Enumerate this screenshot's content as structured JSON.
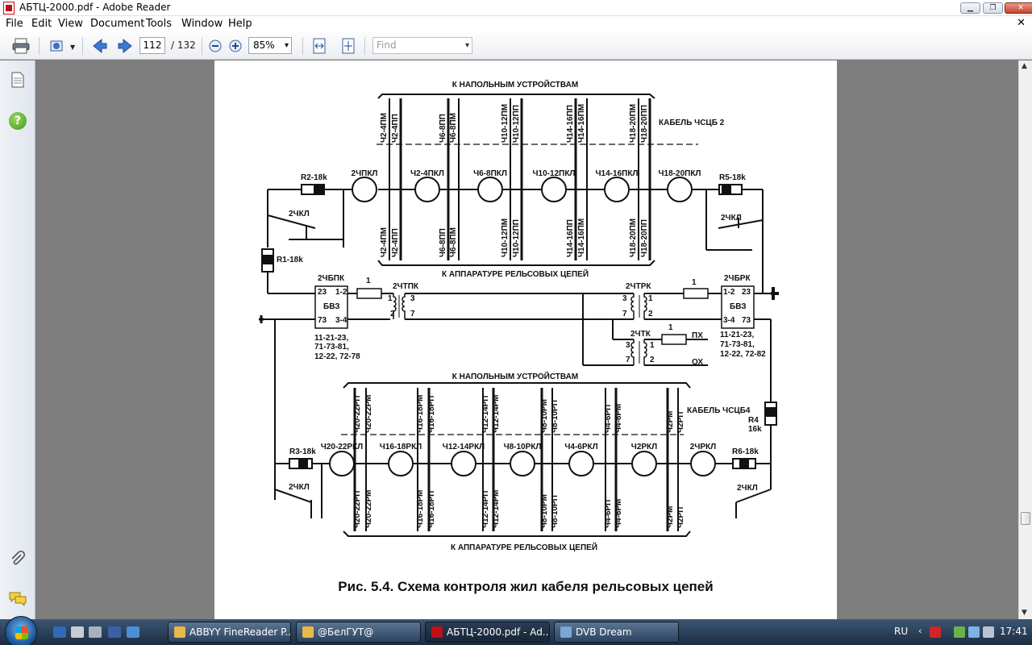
{
  "window": {
    "title": "АБТЦ-2000.pdf - Adobe Reader"
  },
  "menu": [
    "File",
    "Edit",
    "View",
    "Document",
    "Tools",
    "Window",
    "Help"
  ],
  "toolbar": {
    "page_current": "112",
    "page_total": "/ 132",
    "zoom": "85%",
    "find_placeholder": "Find"
  },
  "document": {
    "caption": "Рис. 5.4. Схема контроля жил кабеля рельсовых цепей",
    "labels": {
      "top_field_header": "К НАПОЛЬНЫМ УСТРОЙСТВАМ",
      "top_cable": "КАБЕЛЬ ЧСЦБ 2",
      "top_equipment": "К АППАРАТУРЕ РЕЛЬСОВЫХ ЦЕПЕЙ",
      "bottom_field_header": "К НАПОЛЬНЫМ УСТРОЙСТВАМ",
      "bottom_cable": "КАБЕЛЬ ЧСЦБ4",
      "bottom_equipment": "К  АППАРАТУРЕ РЕЛЬСОВЫХ ЦЕПЕЙ",
      "top_lamps": [
        "2ЧПКЛ",
        "Ч2-4ПКЛ",
        "Ч6-8ПКЛ",
        "Ч10-12ПКЛ",
        "Ч14-16ПКЛ",
        "Ч18-20ПКЛ"
      ],
      "bottom_lamps": [
        "Ч20-22РКЛ",
        "Ч16-18РКЛ",
        "Ч12-14РКЛ",
        "Ч8-10РКЛ",
        "Ч4-6РКЛ",
        "Ч2РКЛ",
        "2ЧРКЛ"
      ],
      "top_cores_upper": [
        "Ч2-4ПМ",
        "Ч2-4ПП",
        "Ч6-8ПП",
        "Ч6-8ПМ",
        "Ч10-12ПМ",
        "Ч10-12ПП",
        "Ч14-16ПП",
        "Ч14-16ПМ",
        "Ч18-20ПМ",
        "Ч18-20ПП"
      ],
      "top_cores_lower": [
        "Ч2-4ПМ",
        "Ч2-4ПП",
        "Ч6-8ПП",
        "Ч6-8ПМ",
        "Ч10-12ПМ",
        "Ч10-12ПП",
        "Ч14-16ПП",
        "Ч14-16ПМ",
        "Ч18-20ПМ",
        "Ч18-20ПП"
      ],
      "bottom_cores_upper": [
        "Ч20-22РП",
        "Ч20-22РМ",
        "Ч16-18РМ",
        "Ч16-18РП",
        "Ч12-14РП",
        "Ч12-14РМ",
        "Ч8-10РМ",
        "Ч8-10РП",
        "Ч4-6РП",
        "Ч4-6РМ",
        "Ч2РМ",
        "Ч2РП"
      ],
      "bottom_cores_lower": [
        "Ч20-22РП",
        "Ч20-22РМ",
        "Ч16-18РМ",
        "Ч16-18РП",
        "Ч12-14РП",
        "Ч12-14РМ",
        "Ч8-10РМ",
        "Ч8-10РП",
        "Ч4-6РП",
        "Ч4-6РМ",
        "Ч2РМ",
        "Ч2РП"
      ],
      "r2": "R2-18k",
      "r1": "R1-18k",
      "r5": "R5-18k",
      "r3": "R3-18k",
      "r6": "R6-18k",
      "r4": "R4",
      "r4_val": "16k",
      "kl": "2ЧКЛ",
      "bpk": "2ЧБПК",
      "brk": "2ЧБРК",
      "bvz": "БВЗ",
      "ttpk": "2ЧТПК",
      "trk": "2ЧТРК",
      "tk": "2ЧТК",
      "n23": "23",
      "n12": "1-2",
      "n73": "73",
      "n34": "3-4",
      "left_pins": "11-21-23,",
      "left_pins2": "71-73-81,",
      "left_pins3": "12-22, 72-78",
      "right_pins": "11-21-23,",
      "right_pins2": "71-73-81,",
      "right_pins3": "12-22, 72-82",
      "px": "ПХ",
      "ox": "ОХ",
      "p1": "1",
      "p2": "2",
      "p3": "3",
      "p7": "7"
    }
  },
  "taskbar": {
    "tasks": [
      "ABBYY FineReader P...",
      "@БелГУТ@",
      "АБТЦ-2000.pdf - Ad...",
      "DVB Dream"
    ],
    "lang": "RU",
    "clock": "17:41"
  },
  "colors": {
    "accent": "#c20e1a",
    "taskbar": "#1c2c40"
  }
}
